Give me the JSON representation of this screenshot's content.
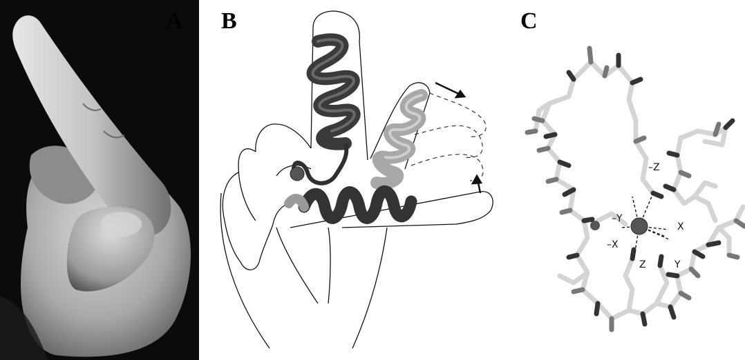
{
  "figure": {
    "panels": [
      {
        "letter": "A",
        "content": "photo-hand-pointing"
      },
      {
        "letter": "B",
        "content": "ef-hand-helix-loop-helix"
      },
      {
        "letter": "C",
        "content": "calcium-binding-loop"
      }
    ],
    "panel_c": {
      "coordination_labels": [
        "–Z",
        "–Y",
        "–X",
        "X",
        "Y",
        "Z"
      ]
    },
    "colors": {
      "dark_helix": "#3a3a3a",
      "light_helix": "#a8a8a8",
      "ion": "#555555",
      "bond_light": "#d4d4d4",
      "bond_dark": "#333333",
      "bond_mid": "#777777"
    }
  }
}
